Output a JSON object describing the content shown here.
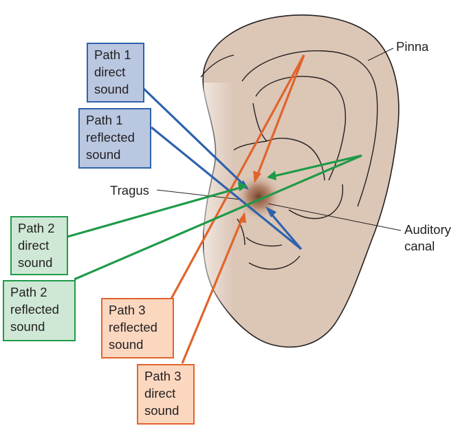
{
  "colors": {
    "path1": "#2e62ad",
    "path2": "#1f9a48",
    "path3": "#e0642b",
    "ear_skin": "#dcc6b6",
    "ear_outline": "#231f20"
  },
  "labels": {
    "pinna": "Pinna",
    "tragus": "Tragus",
    "auditory_canal": [
      "Auditory",
      "canal"
    ]
  },
  "boxes": {
    "path1_direct": [
      "Path 1",
      "direct",
      "sound"
    ],
    "path1_reflected": [
      "Path 1",
      "reflected",
      "sound"
    ],
    "path2_direct": [
      "Path 2",
      "direct",
      "sound"
    ],
    "path2_reflected": [
      "Path 2",
      "reflected",
      "sound"
    ],
    "path3_reflected": [
      "Path 3",
      "reflected",
      "sound"
    ],
    "path3_direct": [
      "Path 3",
      "direct",
      "sound"
    ]
  }
}
